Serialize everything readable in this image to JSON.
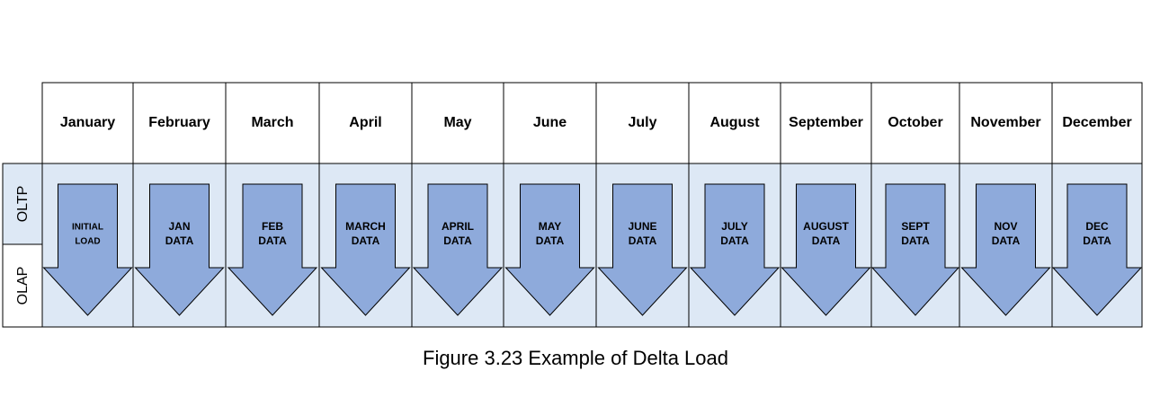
{
  "months": [
    {
      "name": "January",
      "arrow_line1": "INITIAL",
      "arrow_line2": "LOAD"
    },
    {
      "name": "February",
      "arrow_line1": "JAN",
      "arrow_line2": "DATA"
    },
    {
      "name": "March",
      "arrow_line1": "FEB",
      "arrow_line2": "DATA"
    },
    {
      "name": "April",
      "arrow_line1": "MARCH",
      "arrow_line2": "DATA"
    },
    {
      "name": "May",
      "arrow_line1": "APRIL",
      "arrow_line2": "DATA"
    },
    {
      "name": "June",
      "arrow_line1": "MAY",
      "arrow_line2": "DATA"
    },
    {
      "name": "July",
      "arrow_line1": "JUNE",
      "arrow_line2": "DATA"
    },
    {
      "name": "August",
      "arrow_line1": "JULY",
      "arrow_line2": "DATA"
    },
    {
      "name": "September",
      "arrow_line1": "AUGUST",
      "arrow_line2": "DATA"
    },
    {
      "name": "October",
      "arrow_line1": "SEPT",
      "arrow_line2": "DATA"
    },
    {
      "name": "November",
      "arrow_line1": "NOV",
      "arrow_line2": "DATA"
    },
    {
      "name": "December",
      "arrow_line1": "DEC",
      "arrow_line2": "DATA"
    }
  ],
  "rows": {
    "top_label": "OLTP",
    "bottom_label": "OLAP"
  },
  "caption": "Figure 3.23 Example of Delta Load",
  "colors": {
    "band_fill": "#dde8f5",
    "arrow_fill": "#8eaadb",
    "line": "#000000"
  }
}
